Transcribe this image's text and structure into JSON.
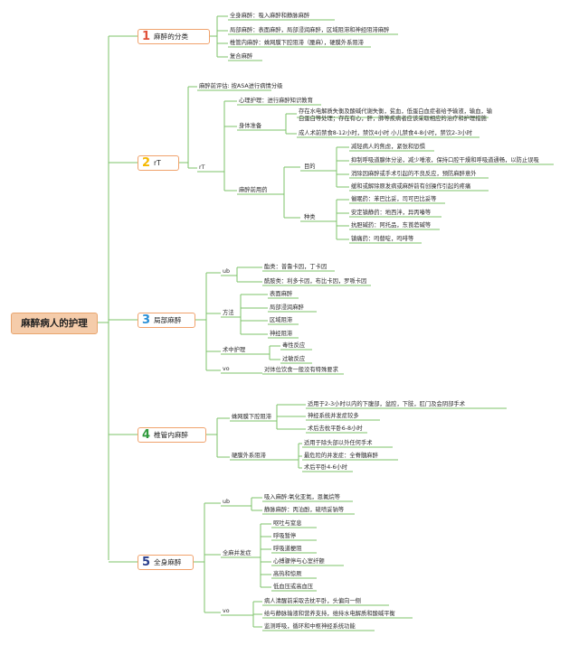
{
  "root": "麻醉病人的护理",
  "colors": {
    "line": "#7cc36a",
    "root_fill": "#f5ccaa",
    "root_border": "#e8a56e",
    "box_border": "#f0a26c",
    "num1": "#e0513a",
    "num2": "#f5b800",
    "num3": "#2a8fd6",
    "num4": "#2e9a3c",
    "num5": "#2b3f8c"
  },
  "b1": {
    "num": "1",
    "title": "麻醉的分类",
    "items": [
      "全身麻醉：吸入麻醉和静脉麻醉",
      "局部麻醉：表面麻醉，局部浸润麻醉，区域阻滞和神经阻滞麻醉",
      "椎管内麻醉：蛛网膜下腔阻滞（腰麻），硬膜外系阻滞",
      "复合麻醉"
    ]
  },
  "b2": {
    "num": "2",
    "title": "rT",
    "eval": "麻醉前评估: 按ASA进行病情分级",
    "rt": "rT",
    "psych": "心理护理：进行麻醉知识教育",
    "body": "身体准备",
    "body_items": [
      "存在水电解质失衡及酸碱代谢失衡，贫血，低蛋白血症者给予输液，输血，输白蛋白等处理；存在有心，肝，肺等疾病者应该采取相应的治疗和护理措施",
      "成人术前禁食8-12小时，禁饮4小时 小儿禁食4-8小时，禁饮2-3小时"
    ],
    "premed": "麻醉前用药",
    "purpose": "目的",
    "purpose_items": [
      "减轻病人的焦虑，紧张和恐惧",
      "抑制呼吸道腺体分泌，减少唾液，保持口腔干燥和呼吸道通畅，以防止误吸",
      "消除因麻醉或手术引起的不良反应，预防麻醉意外",
      "缓和或解除原发病或麻醉前有创操作引起的疼痛"
    ],
    "types": "种类",
    "types_items": [
      "催眠药：苯巴比妥，司可巴比妥等",
      "安定镇静药：地西泮，异丙嗪等",
      "抗胆碱药：阿托品，东莨菪碱等",
      "镇痛药：吗替啶，吗啡等"
    ]
  },
  "b3": {
    "num": "3",
    "title": "局部麻醉",
    "ub": "ub",
    "ub_items": [
      "酯类：普鲁卡因，丁卡因",
      "酰胺类：利多卡因，布比卡因，罗哌卡因"
    ],
    "method": "方法",
    "method_items": [
      "表面麻醉",
      "局部浸润麻醉",
      "区域阻滞",
      "神经阻滞"
    ],
    "intraop": "术中护理",
    "intraop_items": [
      "毒性反应",
      "过敏反应"
    ],
    "vo": "vo",
    "vo_item": "对体位饮食一般没有特殊要求"
  },
  "b4": {
    "num": "4",
    "title": "椎管内麻醉",
    "sub1": "蛛网膜下腔阻滞",
    "sub1_items": [
      "适用于2-3小时以内的下腹部，盆腔，下肢，肛门及会阴部手术",
      "神经系统并发症较多",
      "术后去枕平卧6-8小时"
    ],
    "sub2": "硬膜外系阻滞",
    "sub2_items": [
      "适用于除头部以外任何手术",
      "最危险的并发症：全脊髓麻醉",
      "术后平卧4-6小时"
    ]
  },
  "b5": {
    "num": "5",
    "title": "全身麻醉",
    "ub": "ub",
    "ub_items": [
      "吸入麻醉:氧化亚氮，恩氟烷等",
      "静脉麻醉：丙泊酚，硫喷妥钠等"
    ],
    "comp": "全麻并发症",
    "comp_items": [
      "呕吐与窒息",
      "呼吸暂停",
      "呼吸道梗阻",
      "心搏骤停与心室纤颤",
      "高热和惊厥",
      "低血压或高血压"
    ],
    "vo": "vo",
    "vo_items": [
      "病人清醒前采取去枕平卧，头偏向一侧",
      "给与静脉输液和营养支持，维持水电解质和酸碱平衡",
      "监测呼吸，循环和中枢神经系统功能"
    ]
  }
}
